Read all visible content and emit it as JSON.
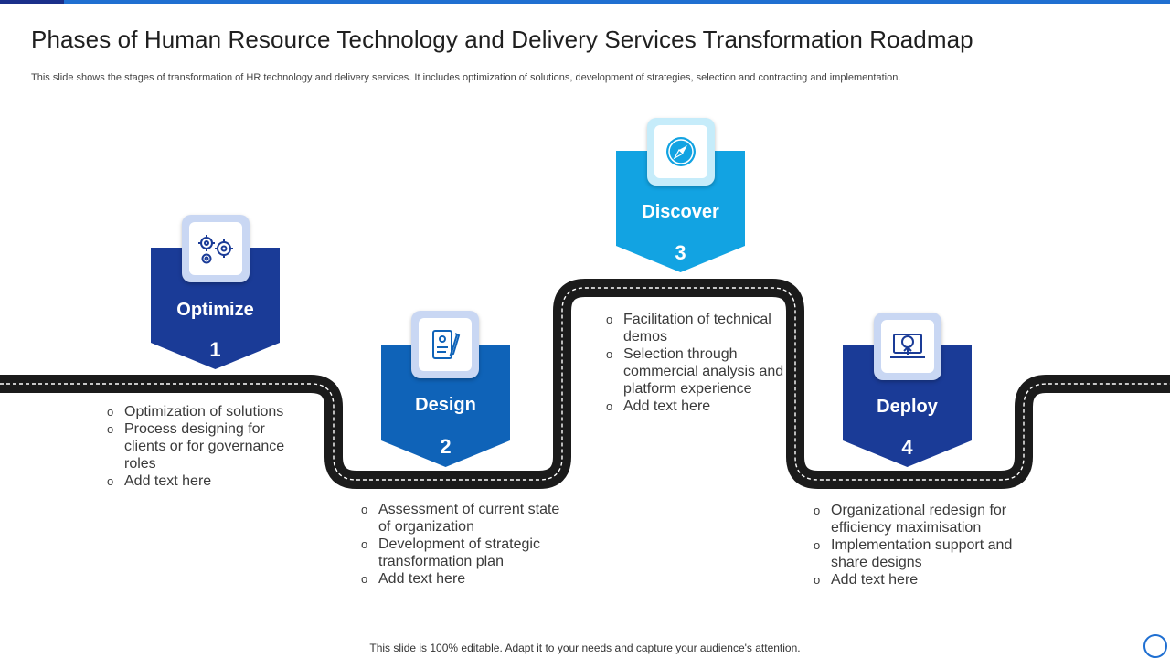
{
  "header": {
    "title": "Phases of Human Resource Technology and Delivery Services Transformation Roadmap",
    "subtitle": "This slide shows the stages of transformation of HR technology and delivery services. It includes optimization of solutions, development of strategies, selection and contracting and implementation."
  },
  "phases": [
    {
      "label": "Optimize",
      "number": "1",
      "icon": "gears-icon",
      "color": "#1a3b97",
      "bullets": [
        "Optimization of solutions",
        "Process designing for clients or for governance roles",
        "Add text here"
      ]
    },
    {
      "label": "Design",
      "number": "2",
      "icon": "design-tools-icon",
      "color": "#0f63b8",
      "bullets": [
        "Assessment of current state of organization",
        "Development of strategic transformation plan",
        "Add text here"
      ]
    },
    {
      "label": "Discover",
      "number": "3",
      "icon": "compass-icon",
      "color": "#12a3e2",
      "bullets": [
        "Facilitation of technical demos",
        "Selection through commercial analysis and platform experience",
        "Add text here"
      ]
    },
    {
      "label": "Deploy",
      "number": "4",
      "icon": "laptop-upload-icon",
      "color": "#1a3b97",
      "bullets": [
        "Organizational redesign for efficiency maximisation",
        "Implementation support and share designs",
        "Add text here"
      ]
    }
  ],
  "colors": {
    "road": "#1b1b1b",
    "road_dash": "#ffffff",
    "accent": "#1f6fd1"
  },
  "footer": "This slide is 100% editable. Adapt it to your needs and capture your audience's attention."
}
